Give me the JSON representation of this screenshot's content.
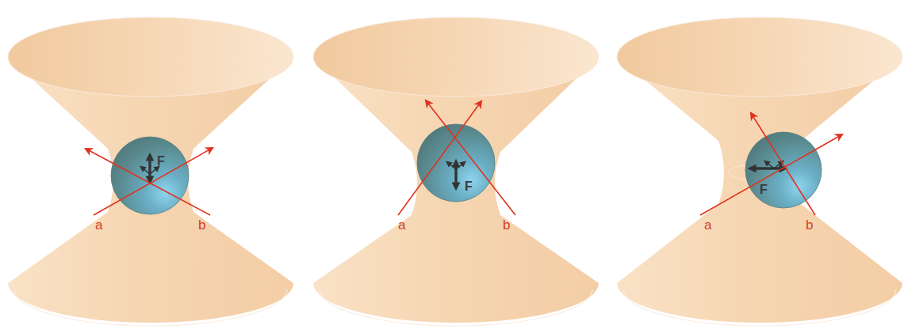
{
  "diagram": {
    "labels": [
      "F",
      "a",
      "b",
      "F",
      "a",
      "b",
      "F",
      "a",
      "b"
    ]
  }
}
